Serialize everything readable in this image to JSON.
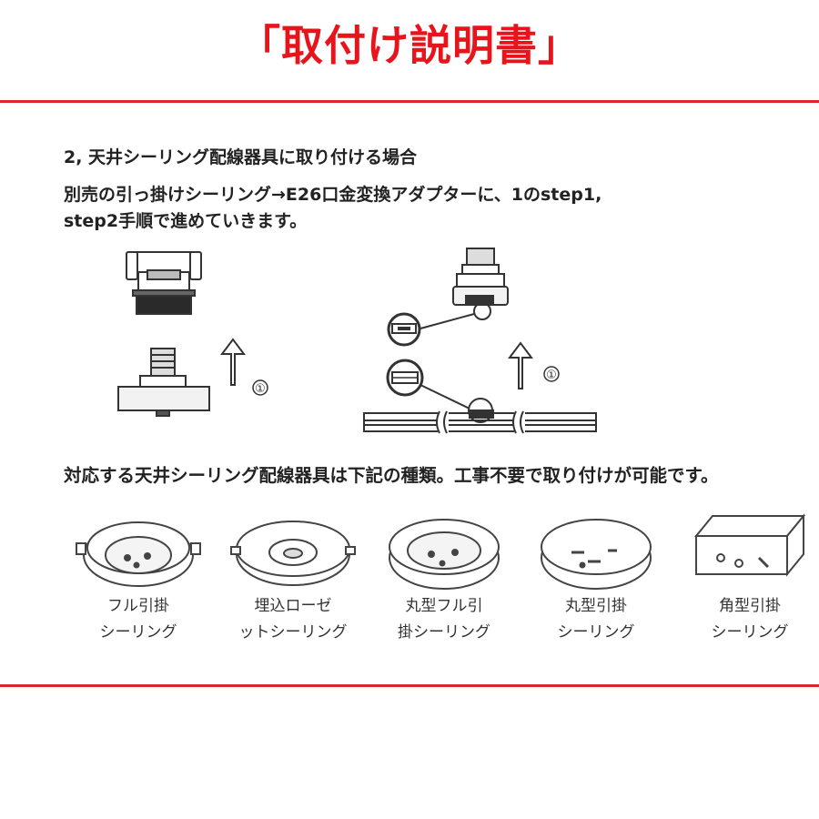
{
  "title": "「取付け説明書」",
  "section": {
    "heading": "2, 天井シーリング配線器具に取り付ける場合",
    "description_lines": [
      "別売の引っ掛けシーリング→E26口金変換アダプターに、1のstep1,",
      "step2手順で進めていきます。"
    ]
  },
  "diagram": {
    "step_marker_left": "①",
    "step_marker_right": "①"
  },
  "compatibility_caption": "対応する天井シーリング配線器具は下記の種類。工事不要で取り付けが可能です。",
  "fixtures": [
    {
      "icon": "full-hook-ceiling-icon",
      "label_lines": [
        "フル引掛",
        "シーリング"
      ]
    },
    {
      "icon": "embedded-rosette-icon",
      "label_lines": [
        "埋込ローゼ",
        "ットシーリング"
      ]
    },
    {
      "icon": "round-full-hook-ceiling-icon",
      "label_lines": [
        "丸型フル引",
        "掛シーリング"
      ]
    },
    {
      "icon": "round-hook-ceiling-icon",
      "label_lines": [
        "丸型引掛",
        "シーリング"
      ]
    },
    {
      "icon": "square-hook-ceiling-icon",
      "label_lines": [
        "角型引掛",
        "シーリング"
      ]
    }
  ],
  "colors": {
    "title": "#e8141b",
    "rule": "#d9252b",
    "text": "#222222"
  }
}
